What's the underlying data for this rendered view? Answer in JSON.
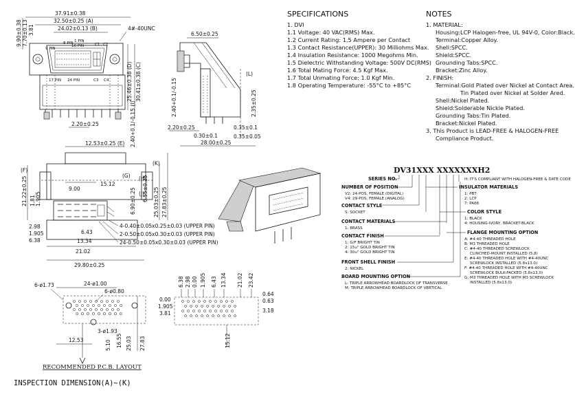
{
  "front_view": {
    "dims": [
      "37.91±0.38",
      "32.50±0.25 (A)",
      "24.02±0.13 (B)",
      "4#-40UNC",
      "9.90±0.38",
      "7.70±0.13",
      "3.81",
      "8 PIN",
      "16 PIN",
      "C1",
      "C2",
      "24 PIN",
      "17 PIN",
      "C3",
      "C4",
      "25.46±0.38 (D)",
      "30.41±0.38 (C)",
      "2.20±0.25",
      "2.40+0.1/-0.15 (I)"
    ],
    "pin_labels": [
      "1 PIN",
      "9 PIN"
    ]
  },
  "side_view": {
    "dims": [
      "6.50±0.25",
      "2.40+0.1/-0.15",
      "2.35±0.25",
      "(L)",
      "2.20±0.25",
      "0.30±0.1",
      "0.35±0.1",
      "28.00±0.25",
      "0.35±0.05"
    ]
  },
  "specifications": {
    "title": "SPECIFICATIONS",
    "lines": [
      "1. DVI",
      "1.1 Voltage: 40 VAC(RMS) Max.",
      "1.2 Current Rating: 1.5 Ampere per Contact",
      "1.3 Contact Resistance(UPPER): 30 Milliohms Max.",
      "1.4 Insulation Resistance: 1000 Megohms Min.",
      "1.5 Dielectric Withstanding Voltage: 500V DC(RMS)",
      "1.6 Total Mating Force: 4.5 Kgf Max.",
      "1.7 Total Unmating Force: 1.0 Kgf Min.",
      "1.8 Operating Temperature: -55°C to +85°C"
    ]
  },
  "notes": {
    "title": "NOTES",
    "lines": [
      "1. MATERIAL:",
      "Housing:LCP Halogen-free, UL 94V-0, Color:Black.",
      "Terminal:Copper Alloy.",
      "Shell:SPCC.",
      "Shield:SPCC.",
      "Grounding Tabs:SPCC.",
      "Bracket:Zinc Alloy.",
      "2. FINISH:",
      "Terminal:Gold Plated over Nickel at Contact Area.",
      "Tin Plated over Nickel at Solder Ared.",
      "Shell:Nickel Plated.",
      "Shield:Solderable Nickle Plated.",
      "Grounding Tabs:Tin Plated.",
      "Bracket:Nickel Plated.",
      "3. This Product is LEAD-FREE & HALOGEN-FREE",
      "Compliance Product."
    ]
  },
  "bottom_view": {
    "dims": [
      "12.53±0.25 (E)",
      "(F)",
      "21.22±0.25",
      "1.81",
      "1.905",
      "(G)",
      "15.12",
      "9.00",
      "(H)",
      "6.55±0.25",
      "(J)",
      "6.90±0.25",
      "(K)",
      "25.03±0.25",
      "27.83±0.25",
      "2.98",
      "1.905",
      "6.38",
      "6.43",
      "13.34",
      "21.02",
      "29.80±0.25"
    ],
    "pin_specs": [
      "4-0.40±0.05x0.25±0.03 (UPPER PIN)",
      "2-0.50±0.05x0.30±0.03 (UPPER PIN)",
      "24-0.50±0.05x0.30±0.03 (UPPER PIN)"
    ]
  },
  "part_number": {
    "code": "DV31XXX XXXXXXXH2",
    "h_note": "H: IT'S COMPLIANT WITH HALOGEN-FREE & DATE CODE",
    "left": [
      {
        "label": "SERIES NO.",
        "items": []
      },
      {
        "label": "NUMBER OF POSITION",
        "items": [
          "V2: 24-POS. FEMALE (DIGITAL)",
          "V4: 29-POS. FEMALE (ANALOG)"
        ]
      },
      {
        "label": "CONTACT STYLE",
        "items": [
          "S: SOCKET"
        ]
      },
      {
        "label": "CONTACT MATERIALS",
        "items": [
          "1: BRASS"
        ]
      },
      {
        "label": "CONTACT FINISH",
        "items": [
          "1: G/F BRIGHT TIN",
          "2: 15u\" GOLD BRIGHT TIN",
          "4: 30u\" GOLD BRIGHT TIN"
        ]
      },
      {
        "label": "FRONT SHELL FINISH",
        "items": [
          "2: NICKEL"
        ]
      },
      {
        "label": "BOARD MOUNTING OPTION",
        "items": [
          "L: TRIPLE ARROWHEAD BOARDLOCK OF TRANSVERSE",
          "M: TRIPLE ARROWHEAD BOARDLOCK OF VERTICAL"
        ]
      }
    ],
    "right": [
      {
        "label": "INSULATOR MATERIALS",
        "items": [
          "1: PBT",
          "2: LCP",
          "7: PA66"
        ]
      },
      {
        "label": "COLOR STYLE",
        "items": [
          "1: BLACK",
          "4: HOUSING-IVORY, BRACKET-BLACK"
        ]
      },
      {
        "label": "FLANGE MOUNTING OPTION",
        "items": [
          "A: #4-40 THREADED HOLE",
          "B: M3 THREADED HOLE",
          "C: #4-40 THREADED SCREWLOCK",
          "CLINCHED-MOUNT INSTALLED (5.8)",
          "E: #4-40 THREADED HOLE WITH #4-40UNC",
          "SCREWLOCK INSTALLED (5.8x13.0)",
          "F: #4-40 THREADED HOLE WITH #4-40UNC",
          "SCREWLOCK BULK-PACKED (5.8x13.0)",
          "G: M3 THREADED HOLE WITH M3 SCREWLOCK",
          "INSTALLED (5.8x13.0)"
        ]
      }
    ]
  },
  "pcb_layout": {
    "dims": [
      "6-ø1.73",
      "24-ø1.00",
      "6-ø0.80",
      "3-ø1.93",
      "16.55",
      "25.03",
      "27.83",
      "12.53",
      "5.10"
    ],
    "caption": "RECOMMENDED P.C.B. LAYOUT"
  },
  "pcb_detail": {
    "top_dims": [
      "6.38",
      "2.98",
      "0.00",
      "1.905",
      "6.43",
      "13.34",
      "21.02",
      "23.42"
    ],
    "left_dims": [
      "0.00",
      "1.905",
      "3.81"
    ],
    "right_dims": [
      "0.64",
      "0.63",
      "3.18"
    ],
    "bottom_dims": [
      "15.12"
    ]
  },
  "inspection": "INSPECTION DIMENSION(A)~(K)"
}
